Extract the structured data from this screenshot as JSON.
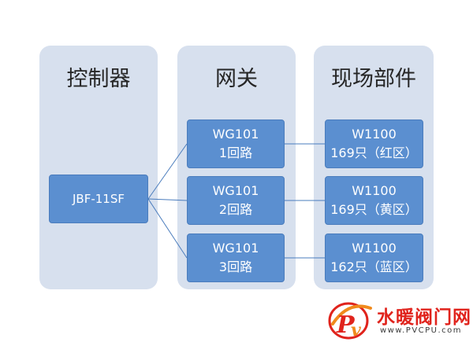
{
  "columns": {
    "controller": {
      "title": "控制器"
    },
    "gateway": {
      "title": "网关"
    },
    "field": {
      "title": "现场部件"
    }
  },
  "controller": {
    "label": "JBF-11SF"
  },
  "gateways": [
    {
      "name": "WG101",
      "loop": "1回路"
    },
    {
      "name": "WG101",
      "loop": "2回路"
    },
    {
      "name": "WG101",
      "loop": "3回路"
    }
  ],
  "field_devices": [
    {
      "name": "W1100",
      "detail": "169只（红区）"
    },
    {
      "name": "W1100",
      "detail": "169只（黄区）"
    },
    {
      "name": "W1100",
      "detail": "162只（蓝区）"
    }
  ],
  "watermark": {
    "brand": "水暖阀门网",
    "url": "www.PVCPU.com"
  },
  "colors": {
    "column_bg": "#d7e0ee",
    "box_fill": "#5b8fd0",
    "connector": "#4a7cbd",
    "brand_red": "#e0231c"
  }
}
